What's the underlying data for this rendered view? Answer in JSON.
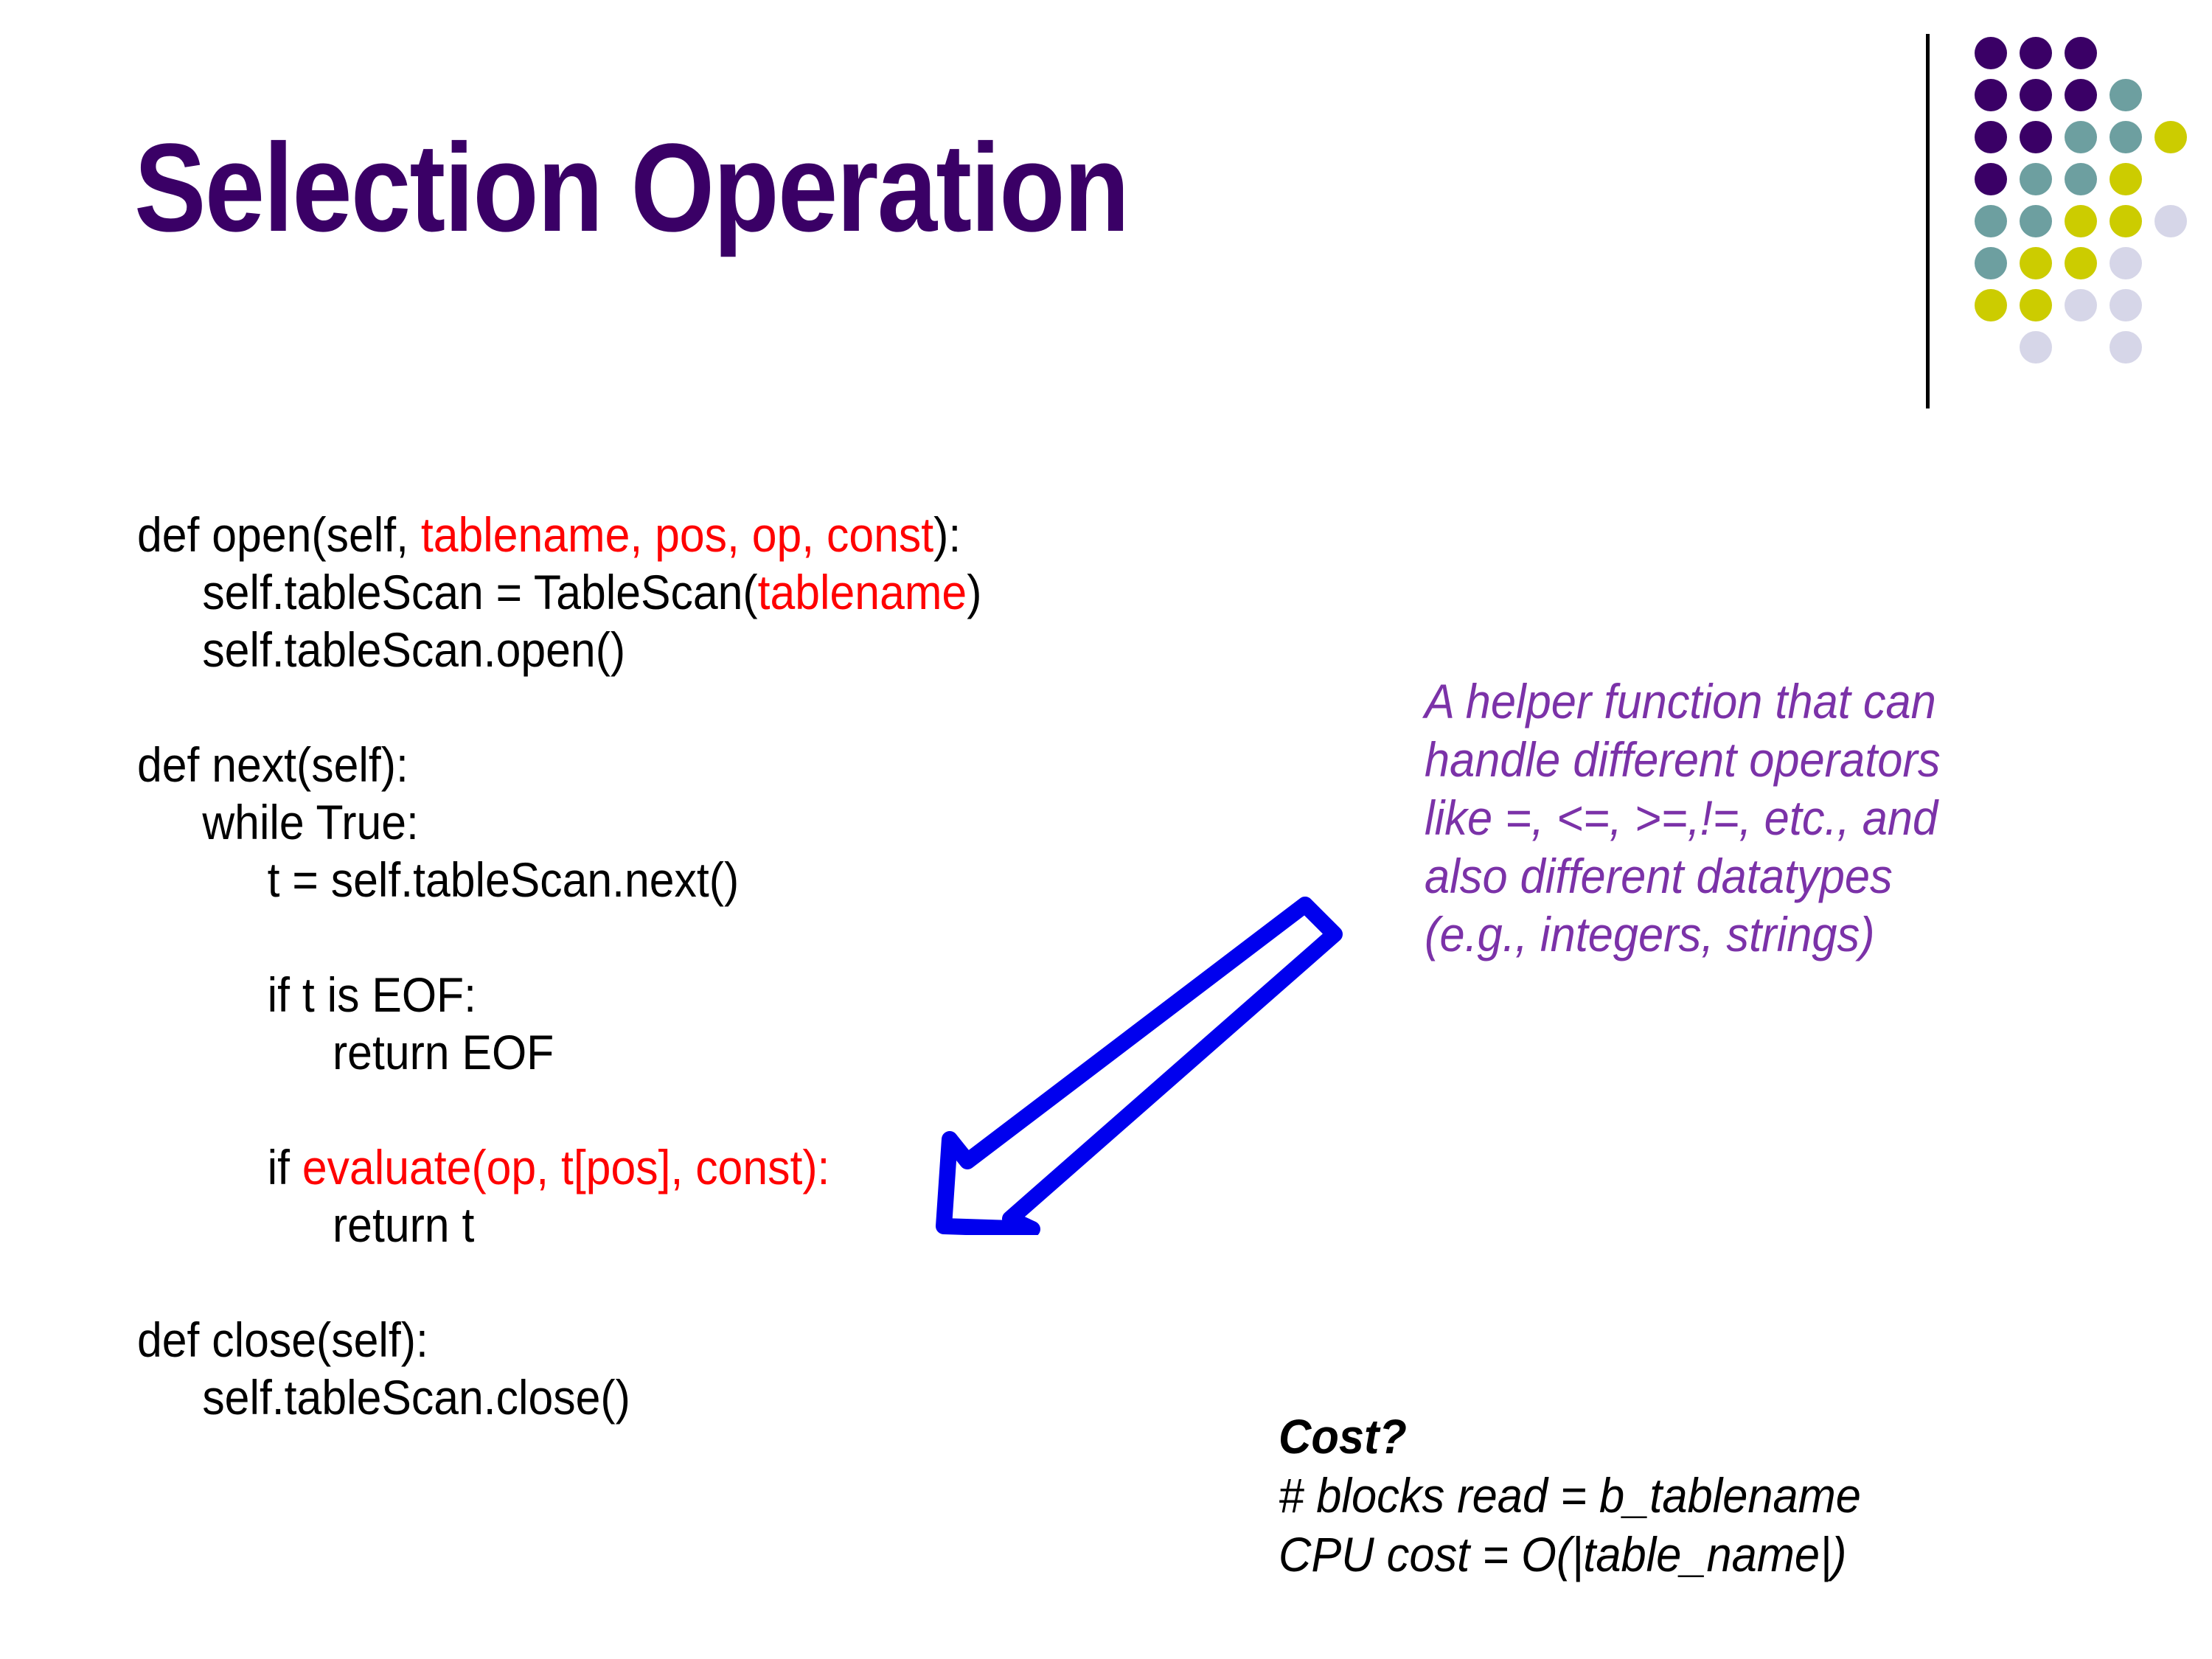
{
  "slide": {
    "title": "Selection Operation",
    "title_color": "#3A0066"
  },
  "decoration": {
    "rule": "vertical-black-rule",
    "dot_colors": {
      "purple": "#3A0066",
      "teal": "#6D9FA0",
      "yellow": "#CCCC00",
      "lavender": "#D6D6E8"
    },
    "dot_rows": [
      [
        "purple",
        "purple",
        "purple"
      ],
      [
        "purple",
        "purple",
        "purple",
        "teal"
      ],
      [
        "purple",
        "purple",
        "teal",
        "teal",
        "yellow"
      ],
      [
        "purple",
        "teal",
        "teal",
        "yellow"
      ],
      [
        "teal",
        "teal",
        "yellow",
        "yellow",
        "lavender"
      ],
      [
        "teal",
        "yellow",
        "yellow",
        "lavender"
      ],
      [
        "yellow",
        "yellow",
        "lavender",
        "lavender"
      ],
      [
        "",
        "lavender",
        "",
        "lavender"
      ]
    ]
  },
  "code": {
    "language": "python",
    "highlight_color": "#FF0000",
    "lines": [
      {
        "indent": 0,
        "segments": [
          {
            "text": "def open(self, ",
            "color": "black"
          },
          {
            "text": "tablename, pos, op, const",
            "color": "red"
          },
          {
            "text": "):",
            "color": "black"
          }
        ]
      },
      {
        "indent": 1,
        "segments": [
          {
            "text": "self.tableScan = TableScan(",
            "color": "black"
          },
          {
            "text": "tablename",
            "color": "red"
          },
          {
            "text": ")",
            "color": "black"
          }
        ]
      },
      {
        "indent": 1,
        "segments": [
          {
            "text": "self.tableScan.open()",
            "color": "black"
          }
        ]
      },
      {
        "indent": 0,
        "segments": [
          {
            "text": "",
            "color": "black"
          }
        ]
      },
      {
        "indent": 0,
        "segments": [
          {
            "text": "def next(self):",
            "color": "black"
          }
        ]
      },
      {
        "indent": 1,
        "segments": [
          {
            "text": "while True:",
            "color": "black"
          }
        ]
      },
      {
        "indent": 2,
        "segments": [
          {
            "text": "t = self.tableScan.next()",
            "color": "black"
          }
        ]
      },
      {
        "indent": 0,
        "segments": [
          {
            "text": "",
            "color": "black"
          }
        ]
      },
      {
        "indent": 2,
        "segments": [
          {
            "text": "if t is EOF:",
            "color": "black"
          }
        ]
      },
      {
        "indent": 3,
        "segments": [
          {
            "text": "return EOF",
            "color": "black"
          }
        ]
      },
      {
        "indent": 0,
        "segments": [
          {
            "text": "",
            "color": "black"
          }
        ]
      },
      {
        "indent": 2,
        "segments": [
          {
            "text": "if ",
            "color": "black"
          },
          {
            "text": "evaluate(op, t[pos], const):",
            "color": "red"
          }
        ]
      },
      {
        "indent": 3,
        "segments": [
          {
            "text": "return t",
            "color": "black"
          }
        ]
      },
      {
        "indent": 0,
        "segments": [
          {
            "text": "",
            "color": "black"
          }
        ]
      },
      {
        "indent": 0,
        "segments": [
          {
            "text": "def close(self):",
            "color": "black"
          }
        ]
      },
      {
        "indent": 1,
        "segments": [
          {
            "text": "self.tableScan.close()",
            "color": "black"
          }
        ]
      }
    ]
  },
  "annotation_helper": {
    "color": "#7B32A8",
    "lines": [
      "A helper function that can",
      "handle different operators",
      "like =, <=, >=,!=, etc., and",
      "also different datatypes",
      "(e.g., integers, strings)"
    ]
  },
  "annotation_cost": {
    "heading": "Cost?",
    "lines": [
      "# blocks read = b_tablename",
      "CPU cost = O(|table_name|)"
    ]
  },
  "arrow": {
    "name": "callout-arrow",
    "color": "#0000EE",
    "fill": "#FFFFFF",
    "direction": "down-left"
  }
}
